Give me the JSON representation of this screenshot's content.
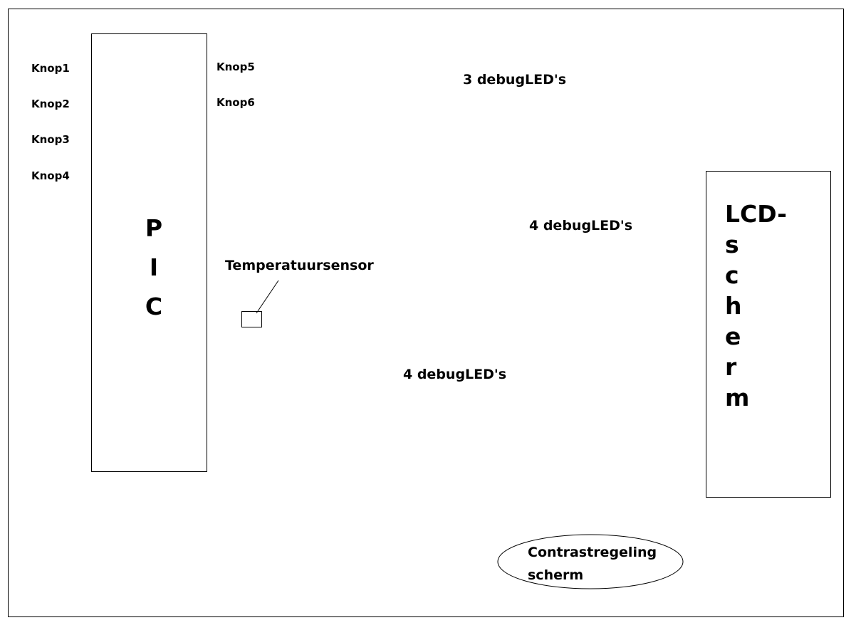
{
  "buttons_left": [
    "Knop1",
    "Knop2",
    "Knop3",
    "Knop4"
  ],
  "buttons_right": [
    "Knop5",
    "Knop6"
  ],
  "pic": {
    "letters": [
      "P",
      "I",
      "C"
    ]
  },
  "temp_sensor": {
    "label": "Temperatuursensor"
  },
  "debug_leds": {
    "top": "3 debugLED's",
    "middle": "4 debugLED's",
    "bottom": "4 debugLED's"
  },
  "lcd": {
    "lines": [
      "LCD-",
      "s",
      "c",
      "h",
      "e",
      "r",
      "m"
    ]
  },
  "contrast": {
    "line1": "Contrastregeling",
    "line2": "scherm"
  }
}
